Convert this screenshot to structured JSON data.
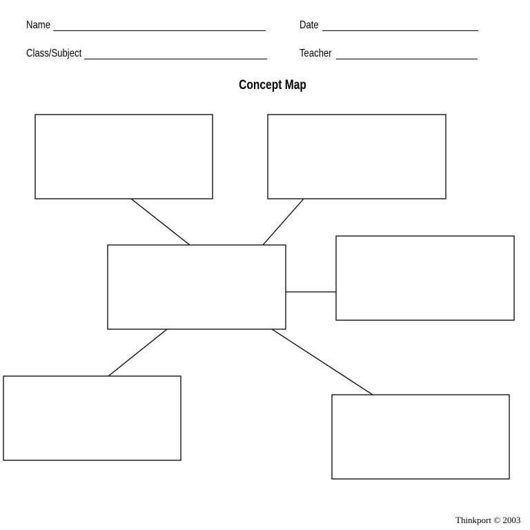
{
  "header": {
    "name_label": "Name",
    "date_label": "Date",
    "class_label": "Class/Subject",
    "teacher_label": "Teacher"
  },
  "title": "Concept Map",
  "footer": "Thinkport © 2003"
}
